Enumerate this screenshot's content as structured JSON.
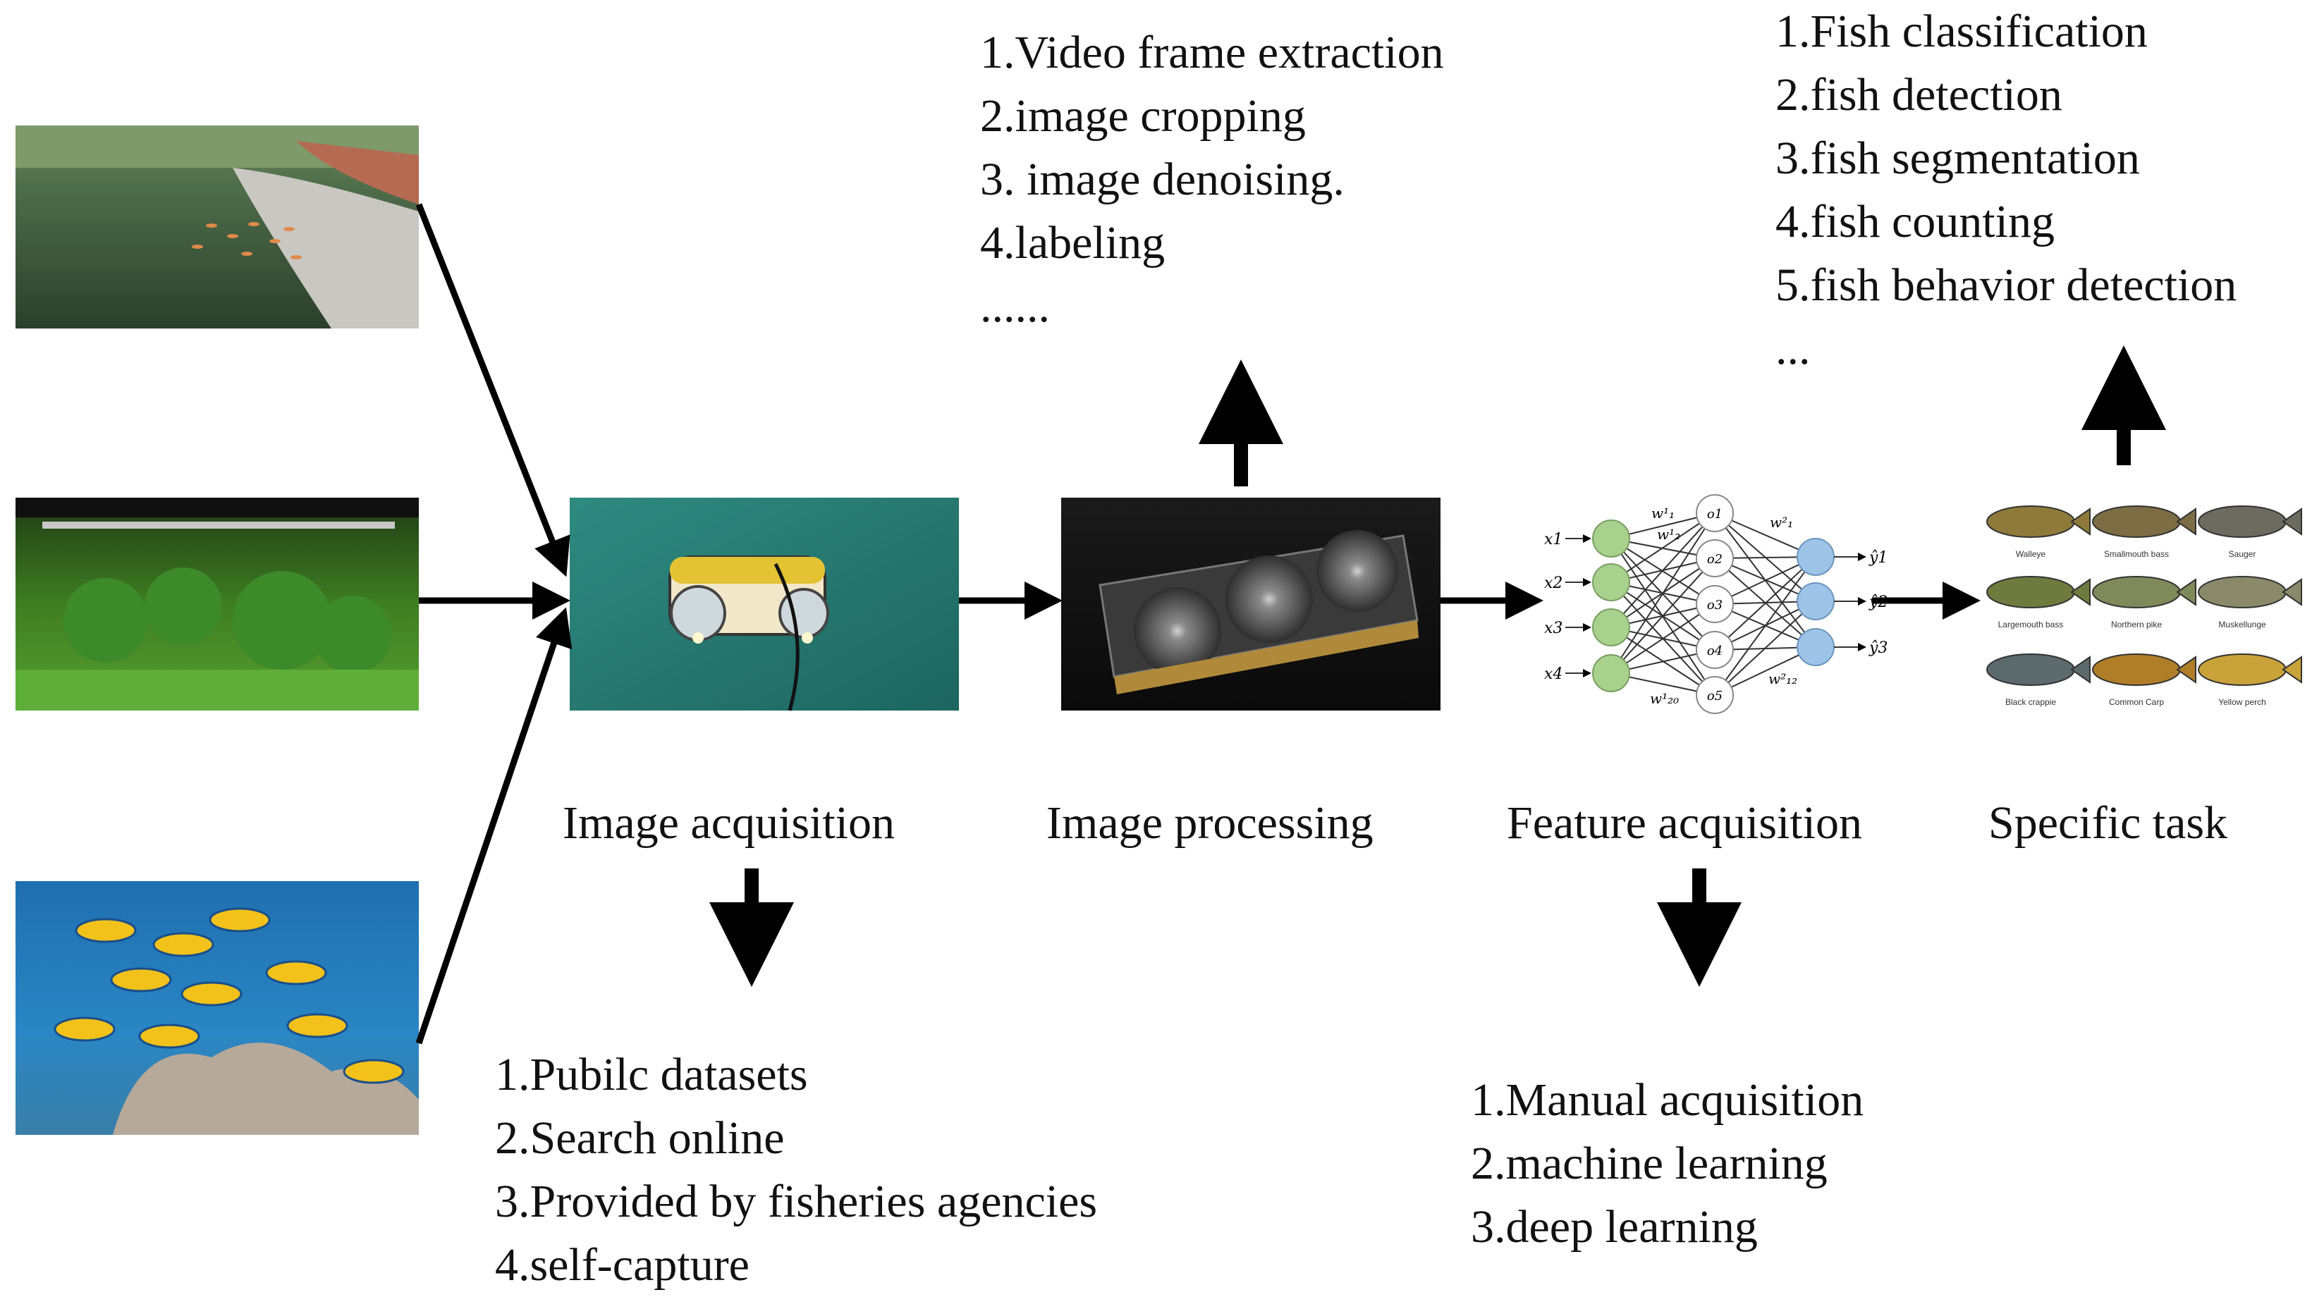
{
  "stages": {
    "image_acquisition": "Image acquisition",
    "image_processing": "Image processing",
    "feature_acquisition": "Feature acquisition",
    "specific_task": "Specific task"
  },
  "processing_steps": [
    "1.Video frame extraction",
    "2.image cropping",
    "3. image denoising.",
    "4.labeling",
    "......"
  ],
  "tasks": [
    "1.Fish classification",
    "2.fish detection",
    "3.fish segmentation",
    "4.fish counting",
    "5.fish behavior detection",
    "..."
  ],
  "sources": [
    "1.Pubilc datasets",
    "2.Search online",
    "3.Provided by fisheries agencies",
    "4.self-capture"
  ],
  "feature_methods": [
    "1.Manual acquisition",
    "2.machine learning",
    "3.deep learning"
  ],
  "network": {
    "inputs": [
      "x1",
      "x2",
      "x3",
      "x4"
    ],
    "hidden": [
      "o1",
      "o2",
      "o3",
      "o4",
      "o5"
    ],
    "outputs": [
      "ŷ1",
      "ŷ2",
      "ŷ3"
    ],
    "weights_layer1": [
      "w¹₁",
      "w¹₂",
      "w¹₂₀"
    ],
    "weights_layer2": [
      "w²₁",
      "w²₁₂"
    ]
  },
  "fish_species": [
    "Walleye",
    "Smallmouth bass",
    "Sauger",
    "Largemouth bass",
    "Northern pike",
    "Muskellunge",
    "Black crappie",
    "Common Carp",
    "Yellow perch"
  ],
  "colors": {
    "input_node": "#a9d18e",
    "hidden_node": "#ffffff",
    "output_node": "#9dc3e6",
    "arrow": "#000000"
  }
}
